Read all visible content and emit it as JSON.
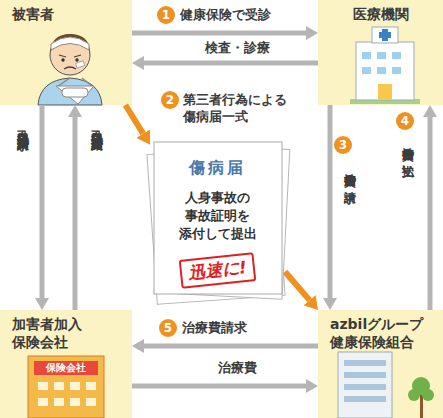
{
  "diagram": {
    "nodes": [
      {
        "text": [
          "被害者"
        ]
      },
      {
        "text": [
          "医療機関"
        ]
      },
      {
        "text": [
          "傷病届",
          "人身事故の 事故証明を 添付して提出",
          "迅速に!"
        ]
      },
      {
        "text": [
          "加害者加入 保険会社"
        ]
      },
      {
        "text": [
          "azbilグループ 健康保険組合"
        ]
      }
    ],
    "edges": [
      {
        "from": 0,
        "to": 1,
        "arrow": "to",
        "label": "健康保険で受診"
      },
      {
        "from": 1,
        "to": 0,
        "arrow": "to",
        "label": "検査・診療"
      },
      {
        "from": 0,
        "to": 2,
        "arrow": "to",
        "label": "第三者行為による 傷病届一式"
      },
      {
        "from": 1,
        "to": 4,
        "arrow": "to",
        "label": "治療費の請求"
      },
      {
        "from": 4,
        "to": 1,
        "arrow": "to",
        "label": "治療費の支払い"
      },
      {
        "from": 4,
        "to": 3,
        "arrow": "to",
        "label": "治療費請求"
      },
      {
        "from": 3,
        "to": 4,
        "arrow": "to",
        "label": "治療費"
      },
      {
        "from": 0,
        "to": 3,
        "arrow": "to",
        "label": "自己負担分治療費請求"
      },
      {
        "from": 3,
        "to": 0,
        "arrow": "to",
        "label": "自己負担分治療費支給"
      },
      {
        "from": 2,
        "to": 4,
        "arrow": "to"
      }
    ],
    "labels": [
      "1",
      "2",
      "3",
      "4",
      "5",
      "保険会社"
    ]
  }
}
